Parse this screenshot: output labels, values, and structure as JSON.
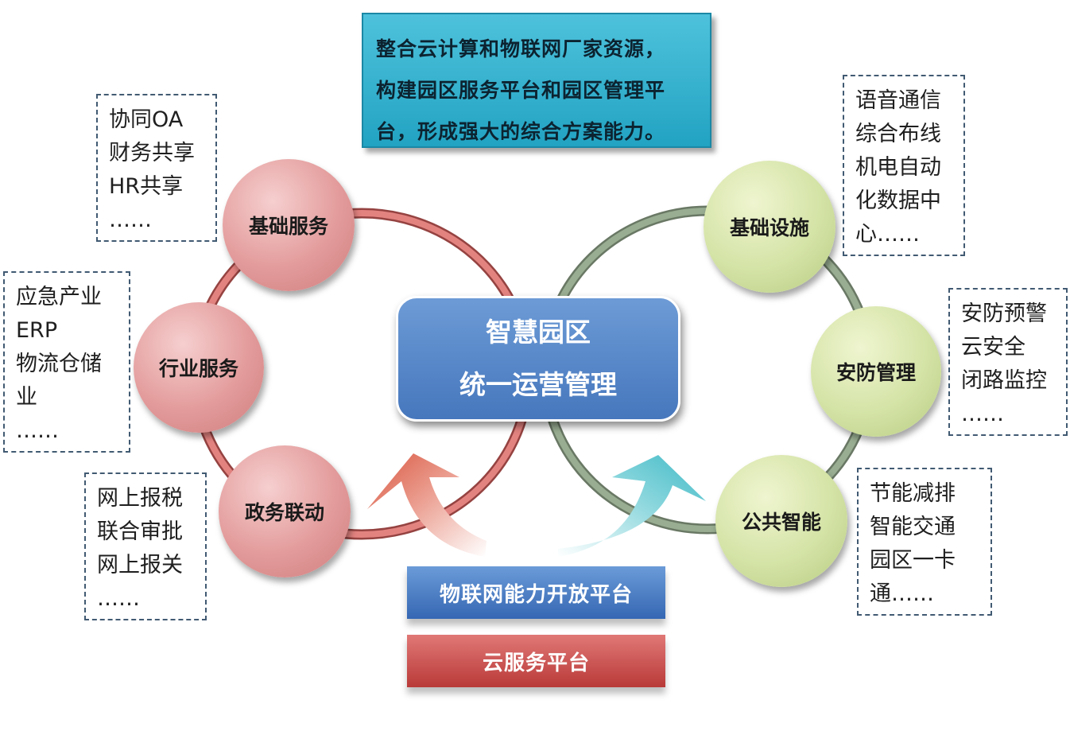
{
  "title": {
    "lines": [
      "整合云计算和物联网厂家资源，",
      "构建园区服务平台和园区管理平",
      "台，形成强大的综合方案能力。"
    ]
  },
  "center": {
    "line1": "智慧园区",
    "line2": "统一运营管理"
  },
  "left_nodes": [
    "基础服务",
    "行业服务",
    "政务联动"
  ],
  "right_nodes": [
    "基础设施",
    "安防管理",
    "公共智能"
  ],
  "boxes": {
    "basic_service": [
      "协同OA",
      "财务共享",
      "HR共享",
      "……"
    ],
    "industry_service": [
      "应急产业",
      "ERP",
      "物流仓储",
      "业",
      "……"
    ],
    "gov_service": [
      "网上报税",
      "联合审批",
      "网上报关",
      "……"
    ],
    "infrastructure": [
      "语音通信",
      "综合布线",
      "机电自动",
      "化数据中",
      "心……"
    ],
    "security": [
      "安防预警",
      "云安全",
      "闭路监控",
      "……"
    ],
    "public_smart": [
      "节能减排",
      "智能交通",
      "园区一卡",
      "通……"
    ]
  },
  "platforms": {
    "iot": "物联网能力开放平台",
    "cloud": "云服务平台"
  },
  "colors": {
    "red_ring": "#d9706d",
    "green_ring": "#8fa688",
    "title_bg": "#2fb0cc",
    "center_bg": "#5a89c9"
  }
}
